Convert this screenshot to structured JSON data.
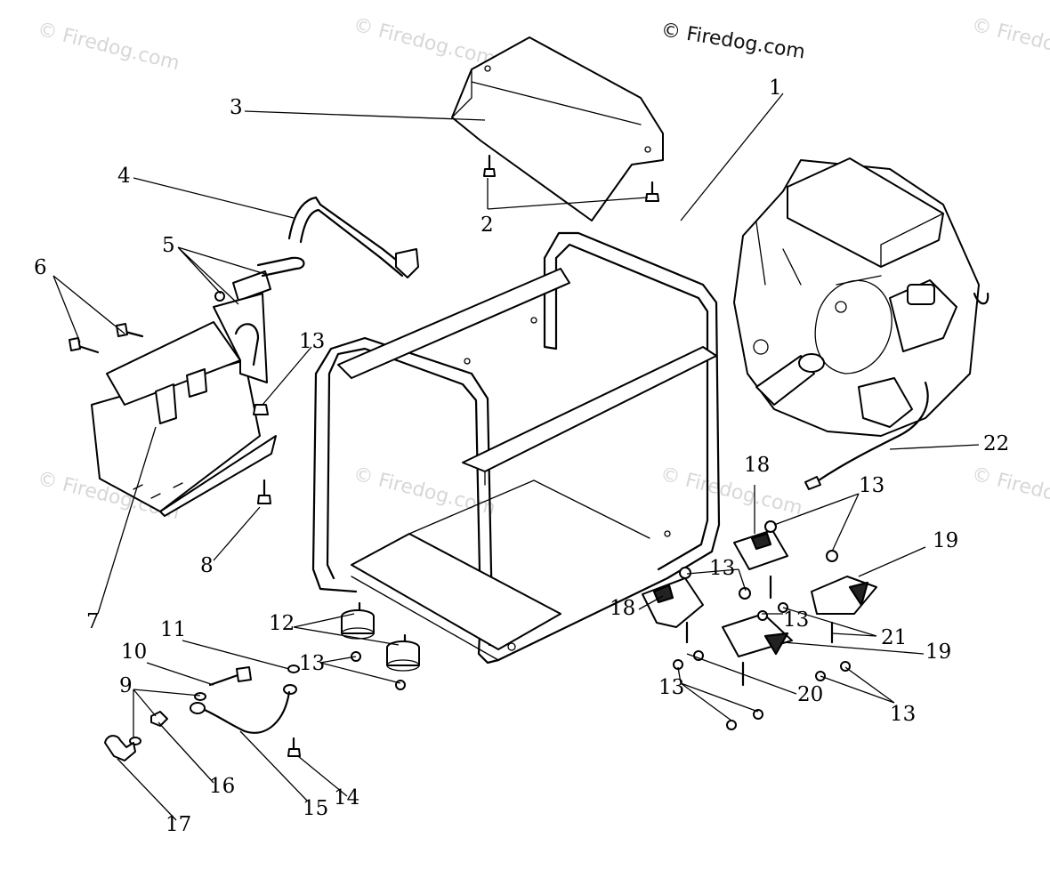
{
  "copyright": "© Firedog.com",
  "watermark": "© Firedog.com",
  "callouts": {
    "c1": "1",
    "c2": "2",
    "c3": "3",
    "c4": "4",
    "c5": "5",
    "c6": "6",
    "c7": "7",
    "c8": "8",
    "c9": "9",
    "c10": "10",
    "c11": "11",
    "c12": "12",
    "c13a": "13",
    "c13b": "13",
    "c13c": "13",
    "c13d": "13",
    "c13e": "13",
    "c13f": "13",
    "c13g": "13",
    "c14": "14",
    "c15": "15",
    "c16": "16",
    "c17": "17",
    "c18a": "18",
    "c18b": "18",
    "c19a": "19",
    "c19b": "19",
    "c20": "20",
    "c21": "21",
    "c22": "22"
  }
}
